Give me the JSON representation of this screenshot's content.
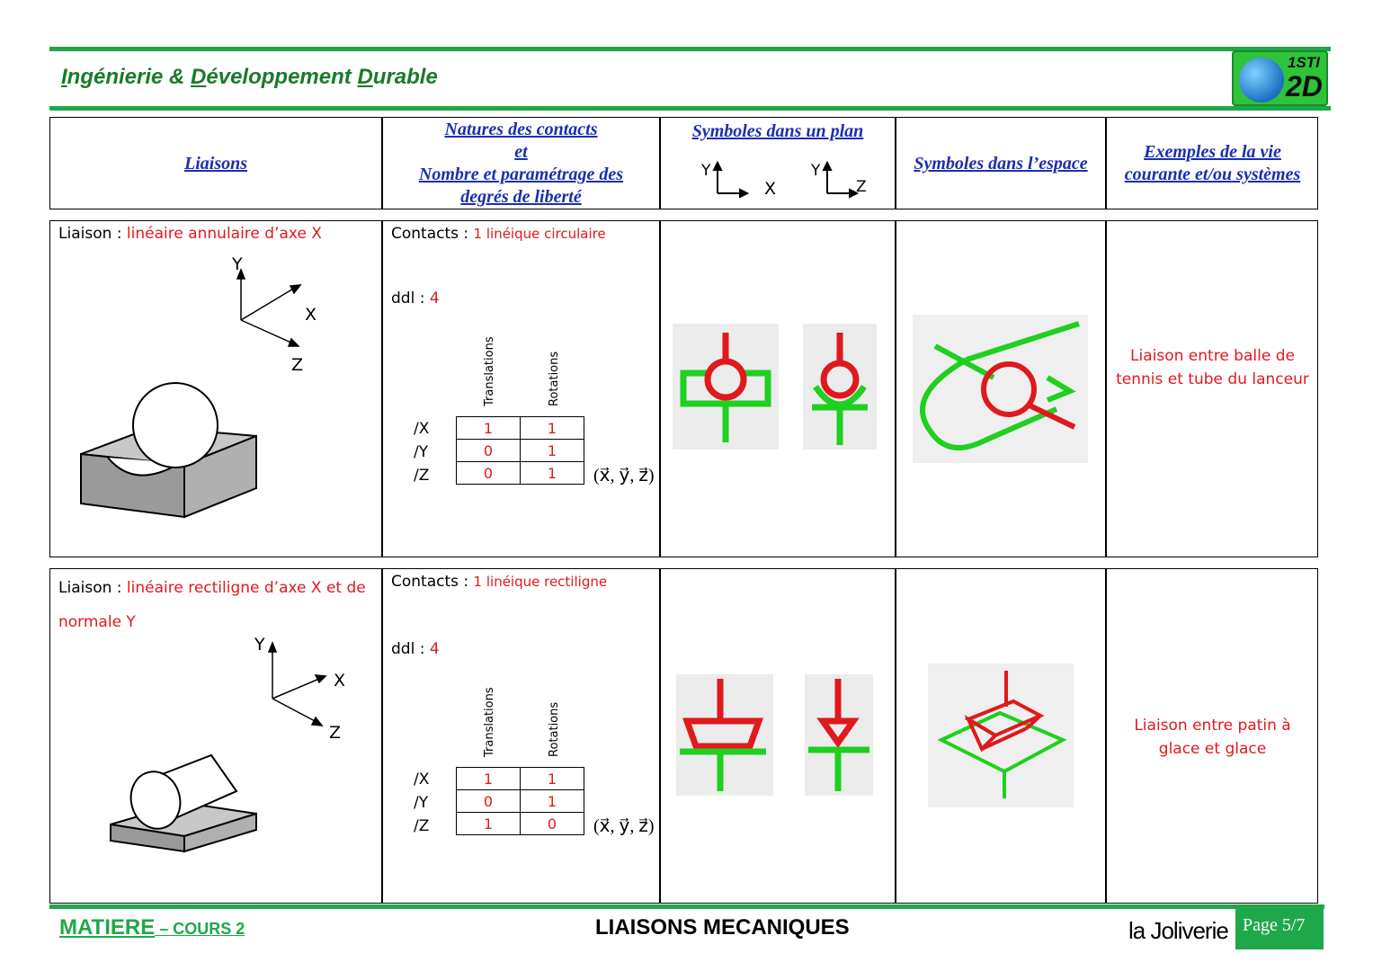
{
  "header": {
    "title_i": "I",
    "title_1": "ngénierie & ",
    "title_d": "D",
    "title_2": "éveloppement ",
    "title_d2": "D",
    "title_3": "urable",
    "logo_top": "1STI",
    "logo_bottom": "2D"
  },
  "table_header": {
    "liaisons": "Liaisons",
    "natures_1": "Natures des contacts",
    "natures_2": "et",
    "natures_3": "Nombre et  paramétrage  des",
    "natures_4": "degrés  de liberté",
    "symboles_plan": "Symboles dans un plan",
    "axis_y1": "Y",
    "axis_x1": "X",
    "axis_y2": "Y",
    "axis_z2": "Z",
    "symboles_espace": "Symboles dans l’espace",
    "exemples_1": "Exemples de la vie",
    "exemples_2": "courante et/ou systèmes"
  },
  "rows": [
    {
      "liaison_prefix": "Liaison : ",
      "liaison_name": "linéaire annulaire d’axe X",
      "axes": {
        "y": "Y",
        "x": "X",
        "z": "Z"
      },
      "contacts_label": "Contacts : ",
      "contacts_value": "1 linéique circulaire",
      "ddl_label": "ddl : ",
      "ddl_value": "4",
      "col_translations": "Translations",
      "col_rotations": "Rotations",
      "row_labels": [
        "/X",
        "/Y",
        "/Z"
      ],
      "translations": [
        "1",
        "0",
        "0"
      ],
      "rotations": [
        "1",
        "1",
        "1"
      ],
      "basis": "(x⃗, y⃗, z⃗)",
      "example_1": "Liaison entre balle de",
      "example_2": "tennis et tube du lanceur"
    },
    {
      "liaison_prefix": "Liaison : ",
      "liaison_name": "linéaire rectiligne d’axe X et de",
      "liaison_name_2": "normale Y",
      "axes": {
        "y": "Y",
        "x": "X",
        "z": "Z"
      },
      "contacts_label": "Contacts : ",
      "contacts_value": "1 linéique rectiligne",
      "ddl_label": "ddl : ",
      "ddl_value": "4",
      "col_translations": "Translations",
      "col_rotations": "Rotations",
      "row_labels": [
        "/X",
        "/Y",
        "/Z"
      ],
      "translations": [
        "1",
        "0",
        "1"
      ],
      "rotations": [
        "1",
        "1",
        "0"
      ],
      "basis": "(x⃗, y⃗, z⃗)",
      "example_1": "Liaison entre patin à",
      "example_2": "glace et glace"
    }
  ],
  "footer": {
    "left_1": "MATIERE",
    "left_2": " – COURS 2",
    "center": "LIAISONS MECANIQUES",
    "brand": "la Joliverie",
    "page": "Page 5/7"
  },
  "colors": {
    "green": "#1fa84a",
    "red": "#e0191d",
    "blue": "#1a2fb0"
  }
}
